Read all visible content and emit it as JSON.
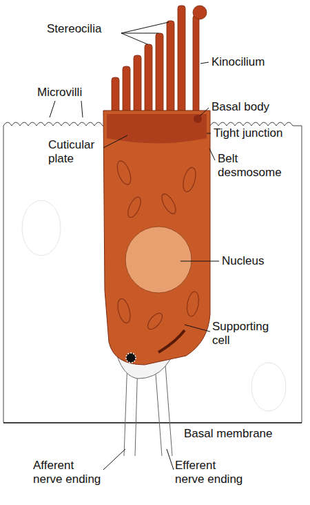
{
  "diagram": {
    "labels": [
      "Stereocilia",
      "Kinocilium",
      "Microvilli",
      "Basal body",
      "Tight junction",
      "Cuticular plate",
      "Belt desmosome",
      "Nucleus",
      "Supporting cell",
      "Basal membrane",
      "Afferent nerve ending",
      "Efferent nerve ending"
    ]
  }
}
